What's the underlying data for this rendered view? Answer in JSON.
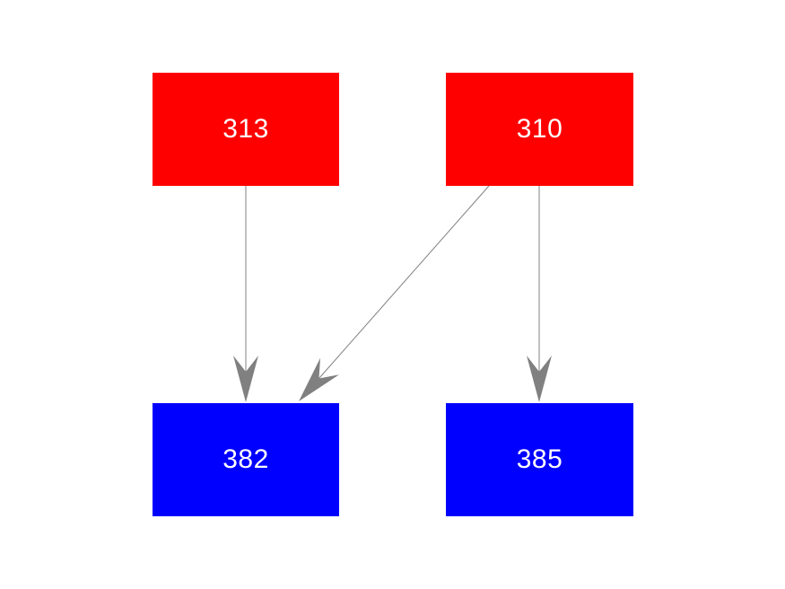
{
  "diagram": {
    "background_color": "#ffffff",
    "edge_color": "#808080",
    "nodes": [
      {
        "id": "313",
        "label": "313",
        "fill_color": "#ff0000",
        "text_color": "#ffffff",
        "role": "source"
      },
      {
        "id": "310",
        "label": "310",
        "fill_color": "#ff0000",
        "text_color": "#ffffff",
        "role": "source"
      },
      {
        "id": "382",
        "label": "382",
        "fill_color": "#0000ff",
        "text_color": "#ffffff",
        "role": "target"
      },
      {
        "id": "385",
        "label": "385",
        "fill_color": "#0000ff",
        "text_color": "#ffffff",
        "role": "target"
      }
    ],
    "edges": [
      {
        "from": "313",
        "to": "382"
      },
      {
        "from": "310",
        "to": "382"
      },
      {
        "from": "310",
        "to": "385"
      }
    ]
  }
}
